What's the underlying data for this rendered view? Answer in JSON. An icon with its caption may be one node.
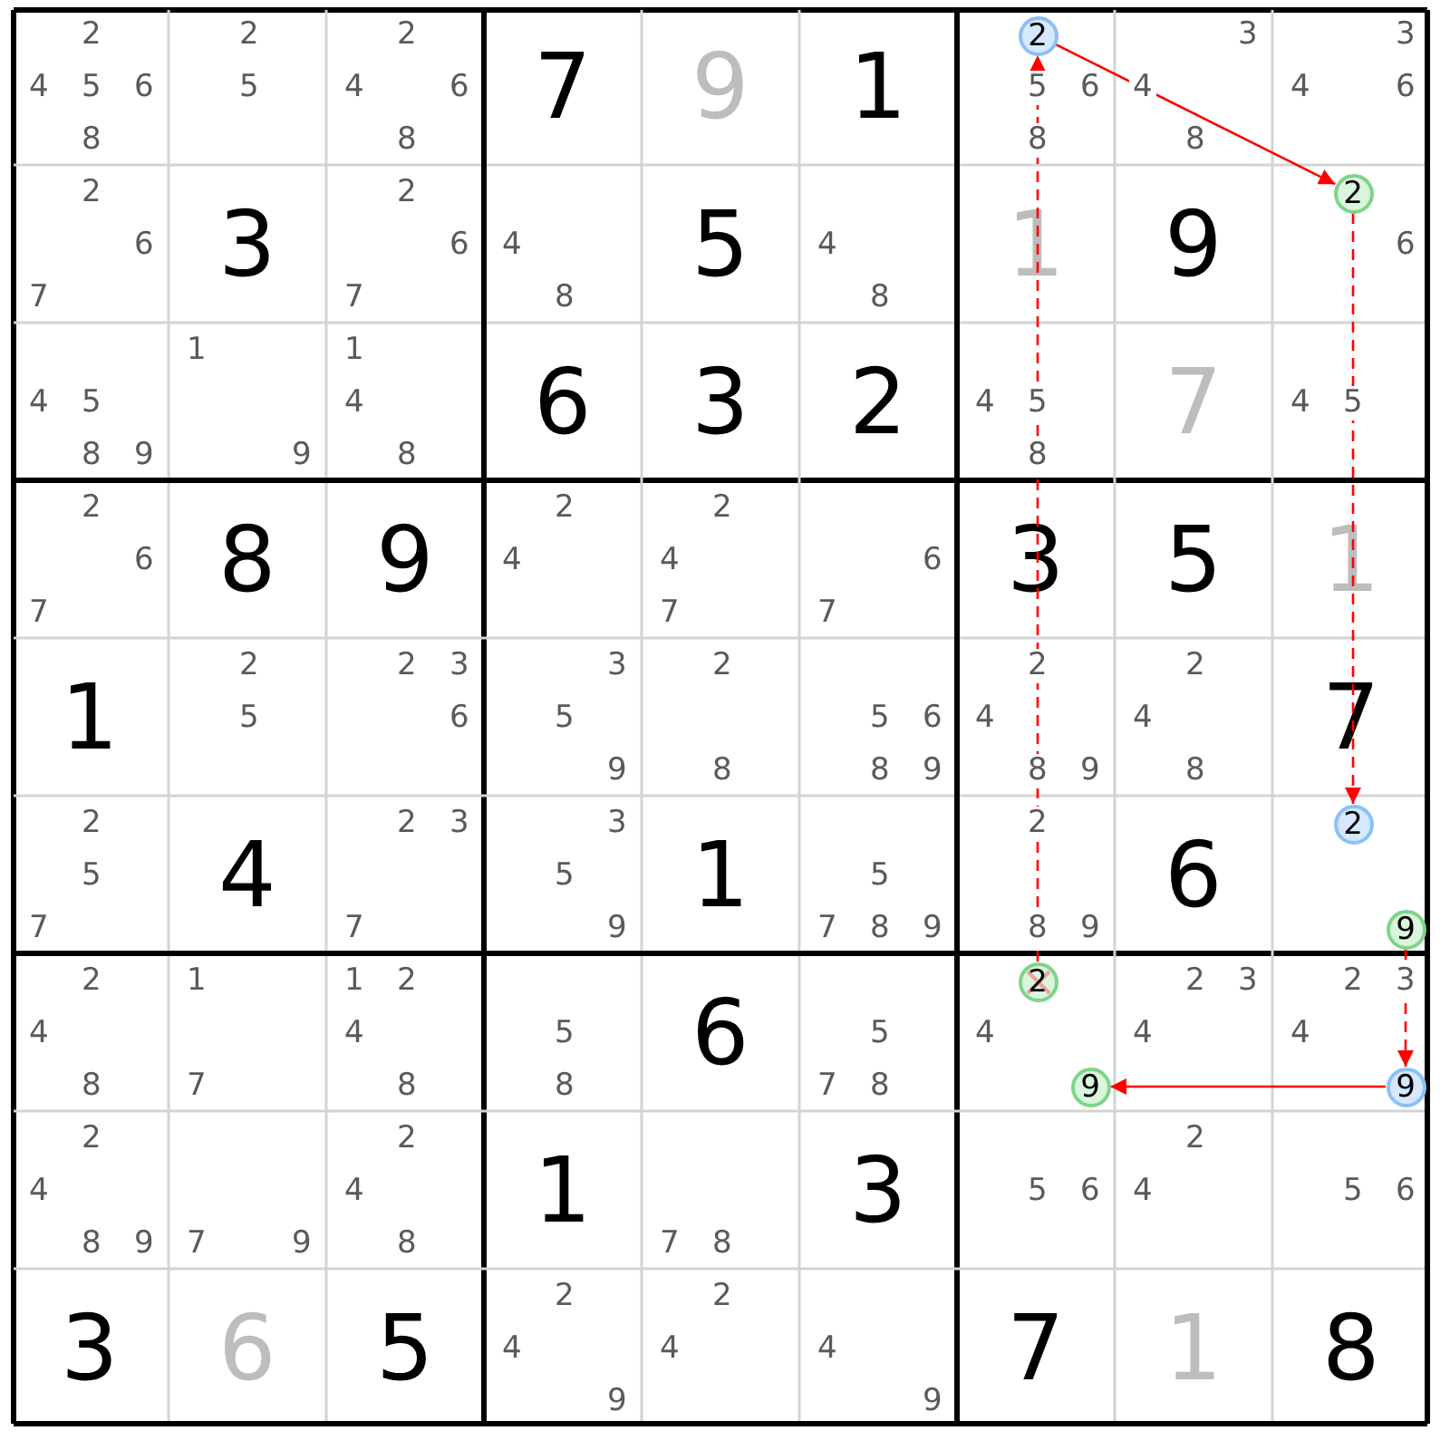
{
  "diagram": {
    "nodes": [
      {
        "text": [
          "2"
        ]
      },
      {
        "text": [
          "2"
        ]
      },
      {
        "text": [
          "2"
        ]
      },
      {
        "text": [
          "9"
        ]
      },
      {
        "text": [
          "2"
        ]
      },
      {
        "text": [
          "9"
        ]
      },
      {
        "text": [
          "9"
        ]
      }
    ],
    "edges": [
      {
        "from": 0,
        "to": 1,
        "arrow": "to"
      },
      {
        "from": 1,
        "to": 2,
        "arrow": "to",
        "style": "dashed"
      },
      {
        "from": 3,
        "to": 6,
        "arrow": "to",
        "style": "dashed"
      },
      {
        "from": 6,
        "to": 5,
        "arrow": "to"
      },
      {
        "from": 4,
        "to": 0,
        "arrow": "to",
        "style": "dashed"
      }
    ],
    "labels": [
      "2 4 5 6 8",
      "2 5",
      "2 4 6 8",
      "7",
      "9",
      "1",
      "5 6 8",
      "3 4 8",
      "3 4 6",
      "2 6 7",
      "3",
      "2 6 7",
      "4 8",
      "5",
      "4 8",
      "1",
      "9",
      "6",
      "4 5 8 9",
      "1 9",
      "1 4 8",
      "6",
      "3",
      "2",
      "4 5 8",
      "7",
      "4 5",
      "2 6 7",
      "8",
      "9",
      "2 4",
      "2 4 7",
      "6 7",
      "3",
      "5",
      "1",
      "1",
      "2 5",
      "2 3 6",
      "3 5 9",
      "2 8",
      "5 6 8 9",
      "2 4 8 9",
      "2 4 8",
      "7",
      "2 5 7",
      "4",
      "2 3 7",
      "3 5 9",
      "1",
      "5 7 8 9",
      "2 8 9",
      "6",
      "2 4 8",
      "1 7",
      "1 2 4 8",
      "5 8",
      "6",
      "5 7 8",
      "4",
      "2 3 4",
      "2 3 4",
      "2 4 8 9",
      "7 9",
      "2 4 8",
      "1",
      "7 8",
      "3",
      "5 6",
      "2 4",
      "5 6",
      "3",
      "6",
      "5",
      "2 4 9",
      "2 4",
      "4 9",
      "7",
      "1",
      "8"
    ]
  }
}
